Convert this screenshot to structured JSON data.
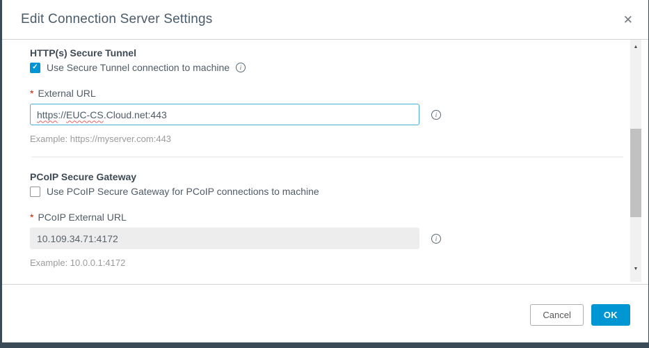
{
  "dialog": {
    "title": "Edit Connection Server Settings"
  },
  "icons": {
    "close": "✕",
    "check": "✓",
    "info": "i",
    "scroll_up": "▲",
    "scroll_down": "▼"
  },
  "sections": {
    "secure_tunnel": {
      "heading": "HTTP(s) Secure Tunnel",
      "checkbox": {
        "label": "Use Secure Tunnel connection to machine",
        "checked": true
      },
      "field": {
        "required_marker": "*",
        "label": "External URL",
        "value": "https://EUC-CS.Cloud.net:443",
        "value_segments": [
          {
            "text": "https",
            "flagged": true
          },
          {
            "text": "://",
            "flagged": false
          },
          {
            "text": "EUC-CS",
            "flagged": true
          },
          {
            "text": ".Cloud.net:443",
            "flagged": false
          }
        ],
        "example": "Example: https://myserver.com:443"
      }
    },
    "pcoip_gateway": {
      "heading": "PCoIP Secure Gateway",
      "checkbox": {
        "label": "Use PCoIP Secure Gateway for PCoIP connections to machine",
        "checked": false
      },
      "field": {
        "required_marker": "*",
        "label": "PCoIP External URL",
        "value": "10.109.34.71:4172",
        "disabled": true,
        "example": "Example: 10.0.0.1:4172"
      }
    }
  },
  "footer": {
    "cancel_label": "Cancel",
    "ok_label": "OK"
  },
  "colors": {
    "accent_blue": "#0095d3",
    "focus_border": "#49afd9",
    "required_red": "#c92100",
    "spellcheck_red": "#ed5e5e",
    "frame_dark": "#3b4a57"
  }
}
